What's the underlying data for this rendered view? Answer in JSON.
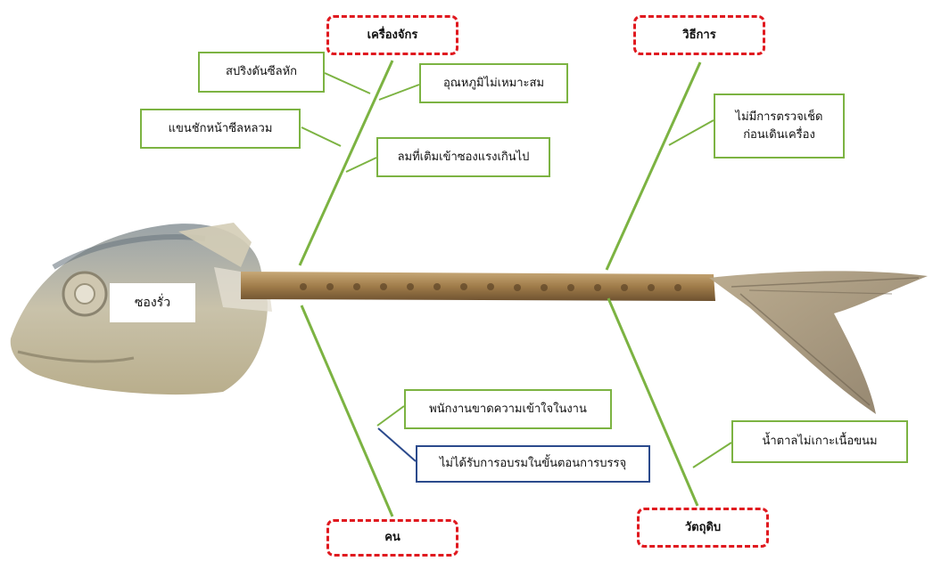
{
  "effect": "ซองรั่ว",
  "categories": {
    "machine": "เครื่องจักร",
    "method": "วิธีการ",
    "people": "คน",
    "material": "วัตถุดิบ"
  },
  "causes": {
    "spring_broken": "สปริงดันซีลหัก",
    "temp_unsuitable": "อุณหภูมิไม่เหมาะสม",
    "seal_arm_loose": "แขนชักหน้าซีลหลวม",
    "air_pressure_high": "ลมที่เติมเข้าซองแรงเกินไป",
    "no_inspection_line1": "ไม่มีการตรวจเช็ด",
    "no_inspection_line2": "ก่อนเดินเครื่อง",
    "staff_lack_understanding": "พนักงานขาดความเข้าใจในงาน",
    "no_training": "ไม่ได้รับการอบรมในขั้นตอนการบรรจุ",
    "sugar_not_adhering": "น้ำตาลไม่เกาะเนื้อขนม"
  },
  "colors": {
    "bone_line": "#7cb342",
    "category_border": "#e0191f",
    "sub_cause_border": "#2b4a8c"
  }
}
